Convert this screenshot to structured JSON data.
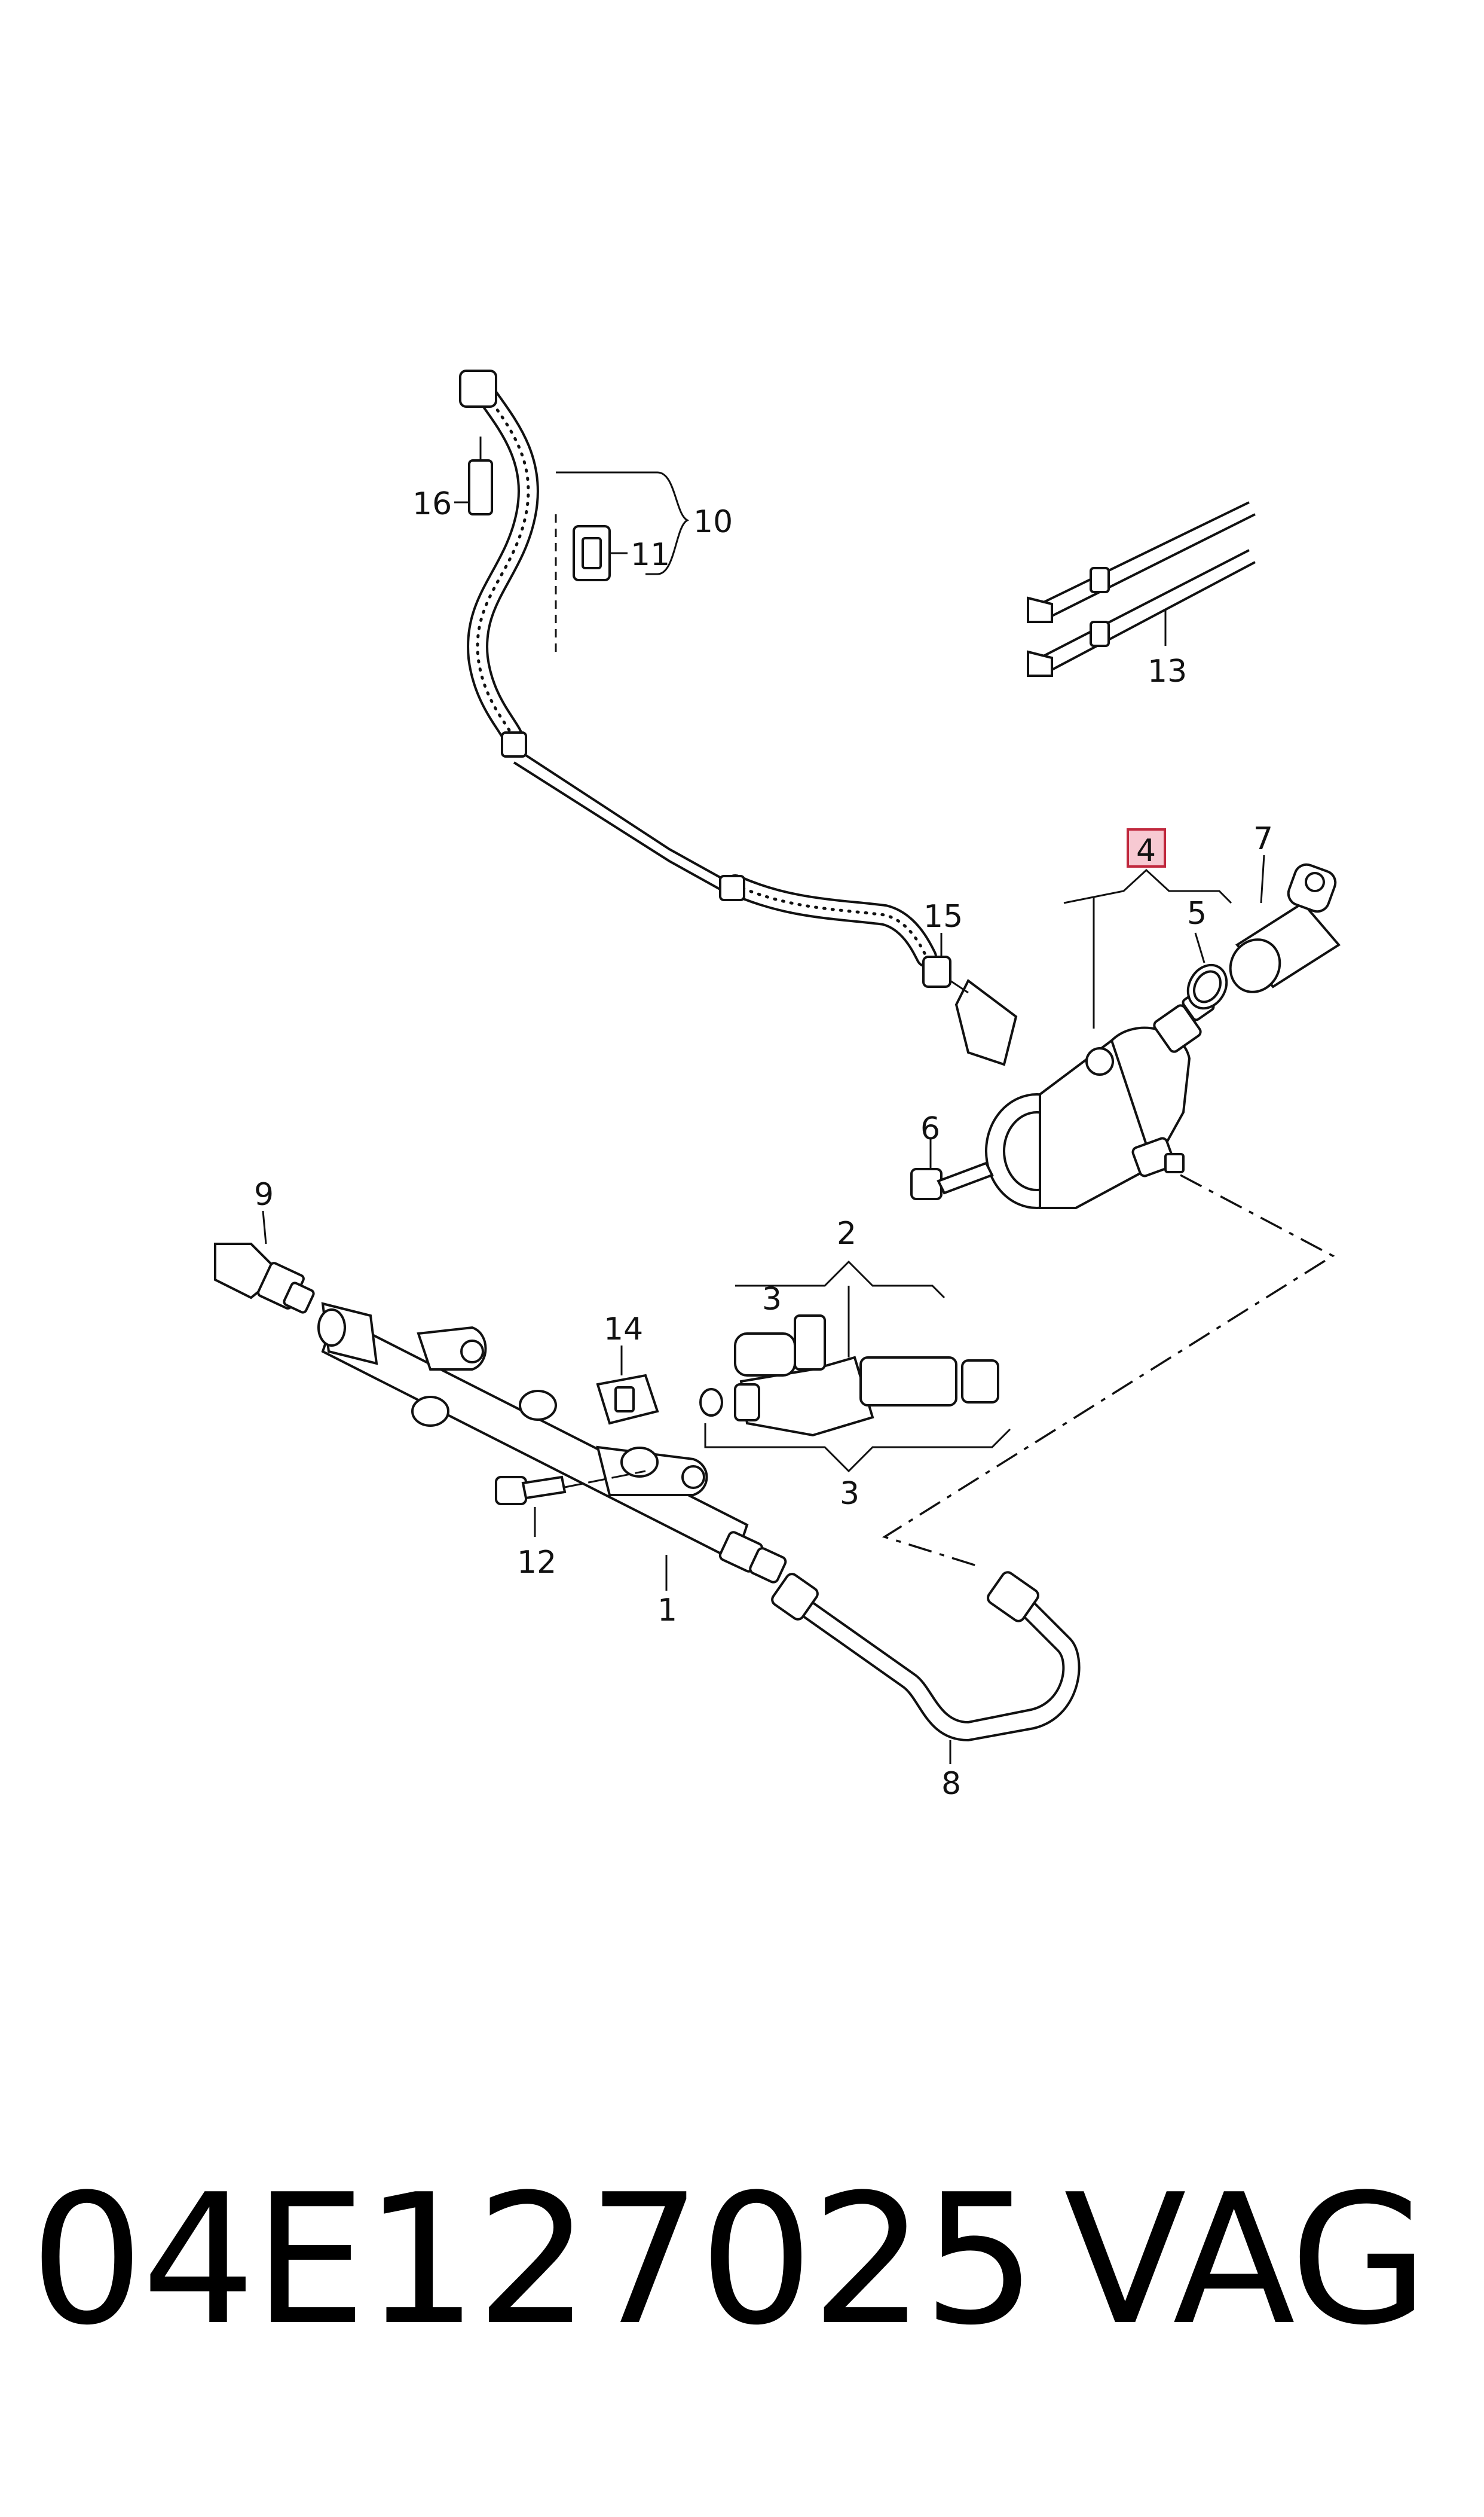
{
  "callouts": {
    "c1": "1",
    "c2": "2",
    "c3a": "3",
    "c3b": "3",
    "c4": "4",
    "c5": "5",
    "c6": "6",
    "c7": "7",
    "c8": "8",
    "c9": "9",
    "c10": "10",
    "c11": "11",
    "c12": "12",
    "c13": "13",
    "c14": "14",
    "c15": "15",
    "c16": "16"
  },
  "highlighted_callout": "4",
  "highlight_color": "#f7c9d2",
  "footer": {
    "part_number": "04E127025",
    "brand": "VAG"
  }
}
